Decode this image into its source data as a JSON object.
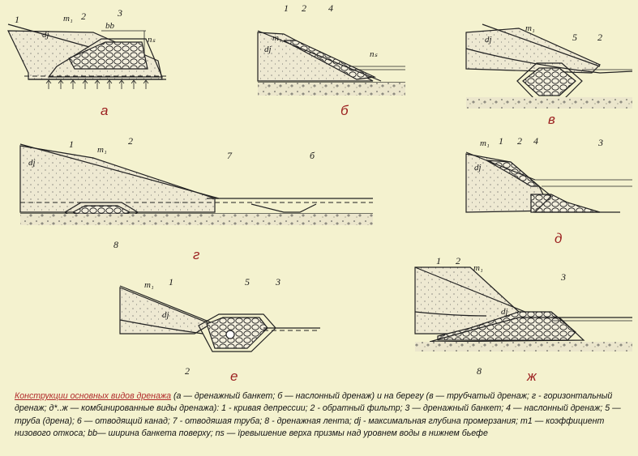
{
  "caption": {
    "title": "Конструкции основных видов дренажа",
    "body": "(а — дренажный банкет; б — наслонный дренаж) и на берегу (в — трубчатый дренаж; г - горизонтальный дренаж; д*..ж — комбинированные виды дренажа): 1 - кривая депрессии; 2 - обратный фильтр; 3 — дренажный банкет; 4 — наслонный дренаж; 5 —труба (дрена); 6 — отводящий канад; 7 - отводяшая труба; 8 - дренажная лента; dj - максимальная глубина промерзания; m1 — коэффициент низового откоса; bb— ширина банкета поверху; ns — ïревышение верха призмы над уровнем воды в нижнем бьефе"
  },
  "panels": {
    "a": "а",
    "b": "б",
    "v": "в",
    "g": "г",
    "d": "д",
    "e": "е",
    "zh": "ж"
  },
  "labels": {
    "n1": "1",
    "n2": "2",
    "n3": "3",
    "n4": "4",
    "n5": "5",
    "n6": "б",
    "n7": "7",
    "n8": "8",
    "m1": "m₁",
    "dj": "dj",
    "bb": "bb",
    "ns": "nₛ"
  }
}
